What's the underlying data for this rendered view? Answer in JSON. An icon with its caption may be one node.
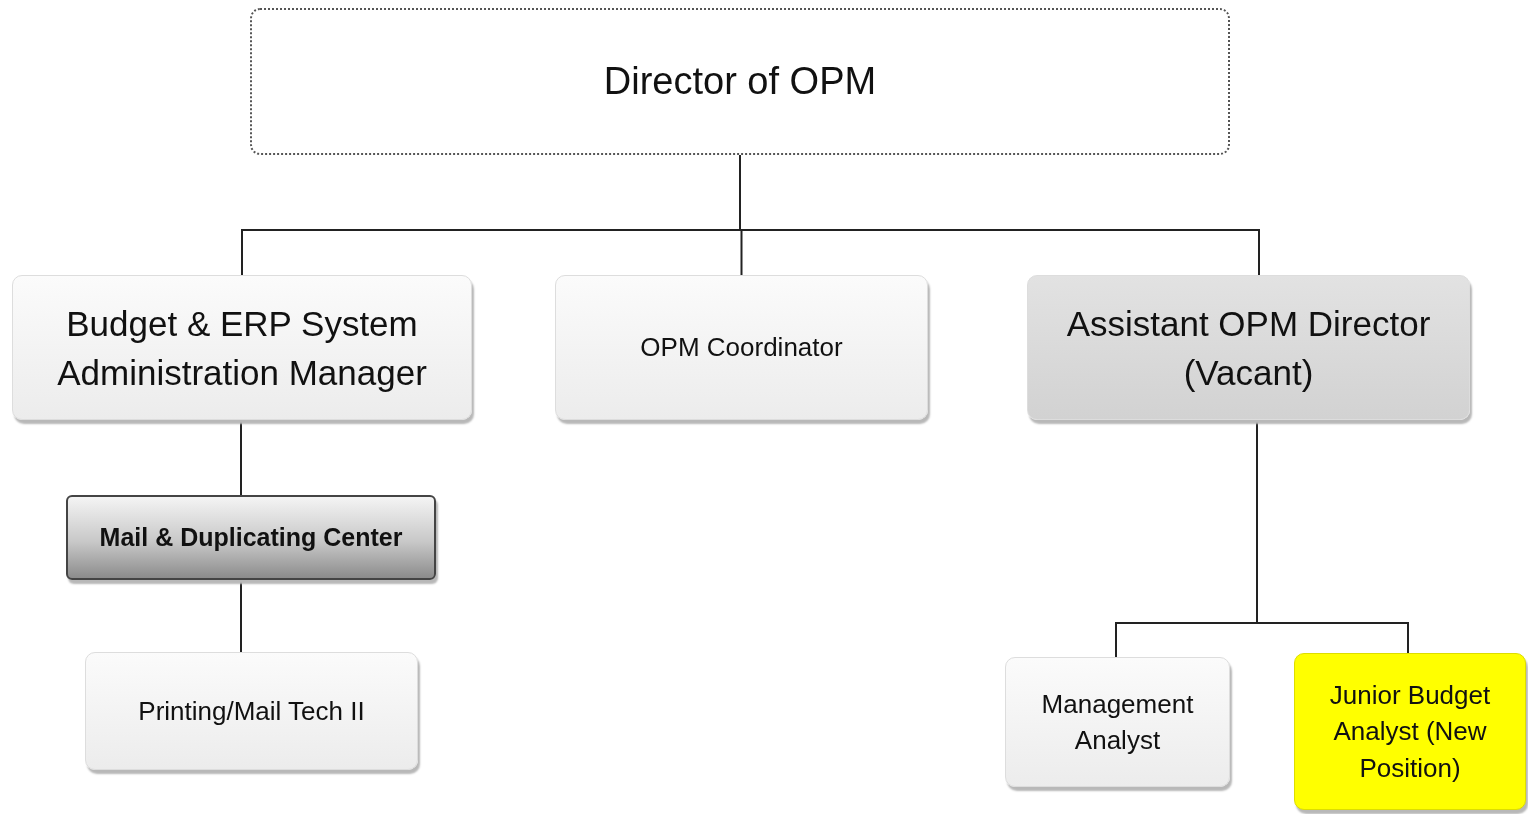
{
  "diagram": {
    "nodes": [
      {
        "text": [
          "Director of OPM"
        ]
      },
      {
        "text": [
          "Budget & ERP System Administration Manager"
        ]
      },
      {
        "text": [
          "OPM Coordinator"
        ]
      },
      {
        "text": [
          "Assistant OPM Director (Vacant)"
        ]
      },
      {
        "text": [
          "Mail & Duplicating Center"
        ]
      },
      {
        "text": [
          "Printing/Mail Tech II"
        ]
      },
      {
        "text": [
          "Management Analyst"
        ]
      },
      {
        "text": [
          "Junior Budget Analyst (New Position)"
        ]
      }
    ],
    "edges": [
      {
        "from": 0,
        "to": 1,
        "arrow": "none"
      },
      {
        "from": 0,
        "to": 2,
        "arrow": "none"
      },
      {
        "from": 0,
        "to": 3,
        "arrow": "none"
      },
      {
        "from": 1,
        "to": 4,
        "arrow": "none"
      },
      {
        "from": 4,
        "to": 5,
        "arrow": "none"
      },
      {
        "from": 3,
        "to": 6,
        "arrow": "none"
      },
      {
        "from": 3,
        "to": 7,
        "arrow": "none"
      }
    ]
  }
}
